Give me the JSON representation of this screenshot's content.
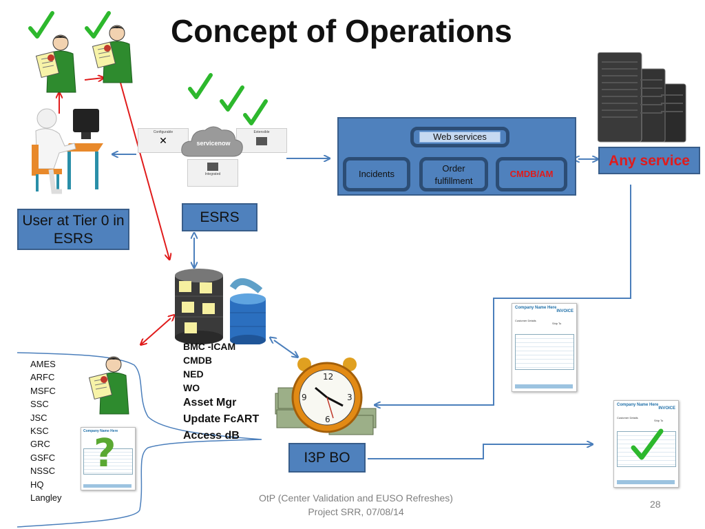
{
  "title": "Concept of Operations",
  "labels": {
    "tier0": "User at Tier 0 in ESRS",
    "esrs": "ESRS",
    "i3p": "I3P BO",
    "any_service": "Any service"
  },
  "web_services": {
    "header": "Web services",
    "incidents": "Incidents",
    "order": "Order fulfillment",
    "cmdb": "CMDB/AM"
  },
  "databases": [
    "BMC -ICAM",
    "CMDB",
    "NED",
    "WO",
    "Asset Mgr",
    "Update FcART",
    "Access dB"
  ],
  "centers": [
    "AMES",
    "ARFC",
    "MSFC",
    "SSC",
    "JSC",
    "KSC",
    "GRC",
    "GSFC",
    "NSSC",
    "HQ",
    "Langley"
  ],
  "servicenow": {
    "brand": "servicenow",
    "configurable": "Configurable",
    "extensible": "Extensible",
    "integrated": "Integrated"
  },
  "invoice": {
    "company": "Company Name Here",
    "heading": "INVOICE",
    "bill_to": "Customer Details",
    "ship_to": "Ship To"
  },
  "footer": {
    "line1": "OtP (Center Validation and EUSO Refreshes)",
    "line2": "Project SRR, 07/08/14",
    "page": "28"
  },
  "colors": {
    "box_blue": "#4f81bd",
    "arrow_blue": "#4a7ebb",
    "arrow_red": "#e01b1b",
    "check_green": "#2db82d",
    "person_green": "#2e8b2e"
  }
}
